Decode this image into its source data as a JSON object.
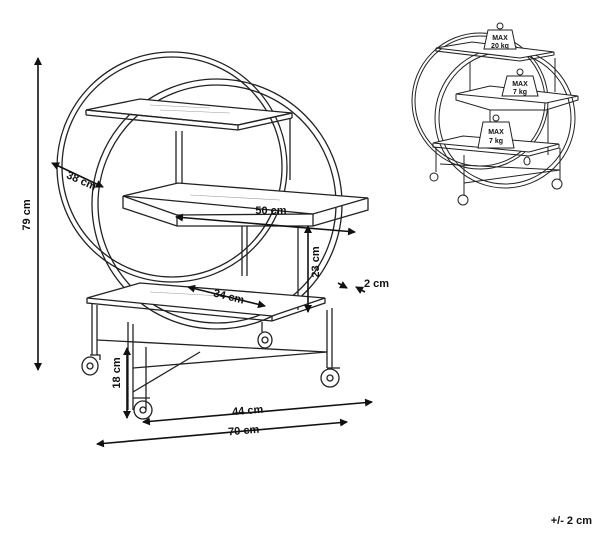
{
  "dimensions": {
    "height_total": "79 cm",
    "depth": "38 cm",
    "shelf_width": "50 cm",
    "shelf_spacing": "23 cm",
    "ring_thickness": "2 cm",
    "shelf_depth": "34 cm",
    "leg_height": "18 cm",
    "base_width": "44 cm",
    "total_width": "70 cm"
  },
  "load_limits": {
    "top_shelf": {
      "line1": "MAX",
      "line2": "20 kg"
    },
    "middle_shelf": {
      "line1": "MAX",
      "line2": "7 kg"
    },
    "bottom_shelf": {
      "line1": "MAX",
      "line2": "7 kg"
    }
  },
  "tolerance": "+/- 2 cm"
}
